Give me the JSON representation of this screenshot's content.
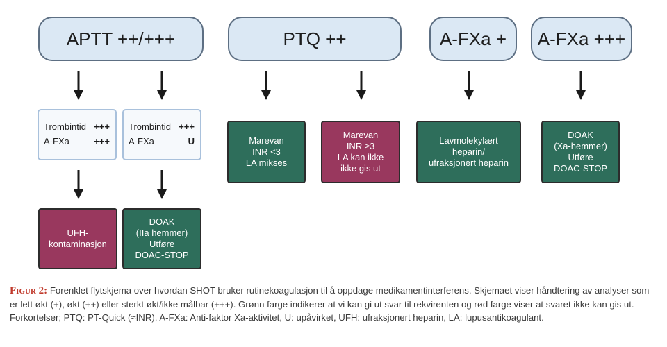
{
  "headers": {
    "aptt": "APTT ++/+++",
    "ptq": "PTQ ++",
    "afxa_plus": "A-FXa +",
    "afxa_triple": "A-FXa +++"
  },
  "lab_boxes": [
    {
      "rows": [
        {
          "name": "Trombintid",
          "value": "+++"
        },
        {
          "name": "A-FXa",
          "value": "+++"
        }
      ]
    },
    {
      "rows": [
        {
          "name": "Trombintid",
          "value": "+++"
        },
        {
          "name": "A-FXa",
          "value": "U"
        }
      ]
    }
  ],
  "outcomes": {
    "ufh": {
      "lines": [
        "UFH-",
        "kontaminasjon"
      ],
      "color": "#99385e"
    },
    "doak_iia": {
      "lines": [
        "DOAK",
        "(IIa hemmer)",
        "Utføre",
        "DOAC-STOP"
      ],
      "color": "#2e6e5b"
    },
    "marevan_low": {
      "lines": [
        "Marevan",
        "INR <3",
        "LA mikses"
      ],
      "color": "#2e6e5b"
    },
    "marevan_high": {
      "lines": [
        "Marevan",
        "INR ≥3",
        "LA kan ikke",
        "ikke gis ut"
      ],
      "color": "#99385e"
    },
    "lmwh": {
      "lines": [
        "Lavmolekylært",
        "heparin/",
        "ufraksjonert heparin"
      ],
      "color": "#2e6e5b"
    },
    "doak_xa": {
      "lines": [
        "DOAK",
        "(Xa-hemmer)",
        "Utføre",
        "DOAC-STOP"
      ],
      "color": "#2e6e5b"
    }
  },
  "caption": {
    "label": "Figur 2:",
    "text": "Forenklet flytskjema over hvordan SHOT bruker rutinekoagulasjon til å oppdage medikamentinterferens. Skjemaet viser håndtering av analyser som er lett økt (+), økt (++) eller sterkt økt/ikke målbar (+++). Grønn farge indikerer at vi kan gi ut svar til rekvirenten og rød farge viser at svaret ikke kan gis ut. Forkortelser; PTQ: PT-Quick (≈INR), A-FXa: Anti-faktor Xa-aktivitet, U: upåvirket, UFH: ufraksjonert heparin, LA: lupusantikoagulant."
  }
}
